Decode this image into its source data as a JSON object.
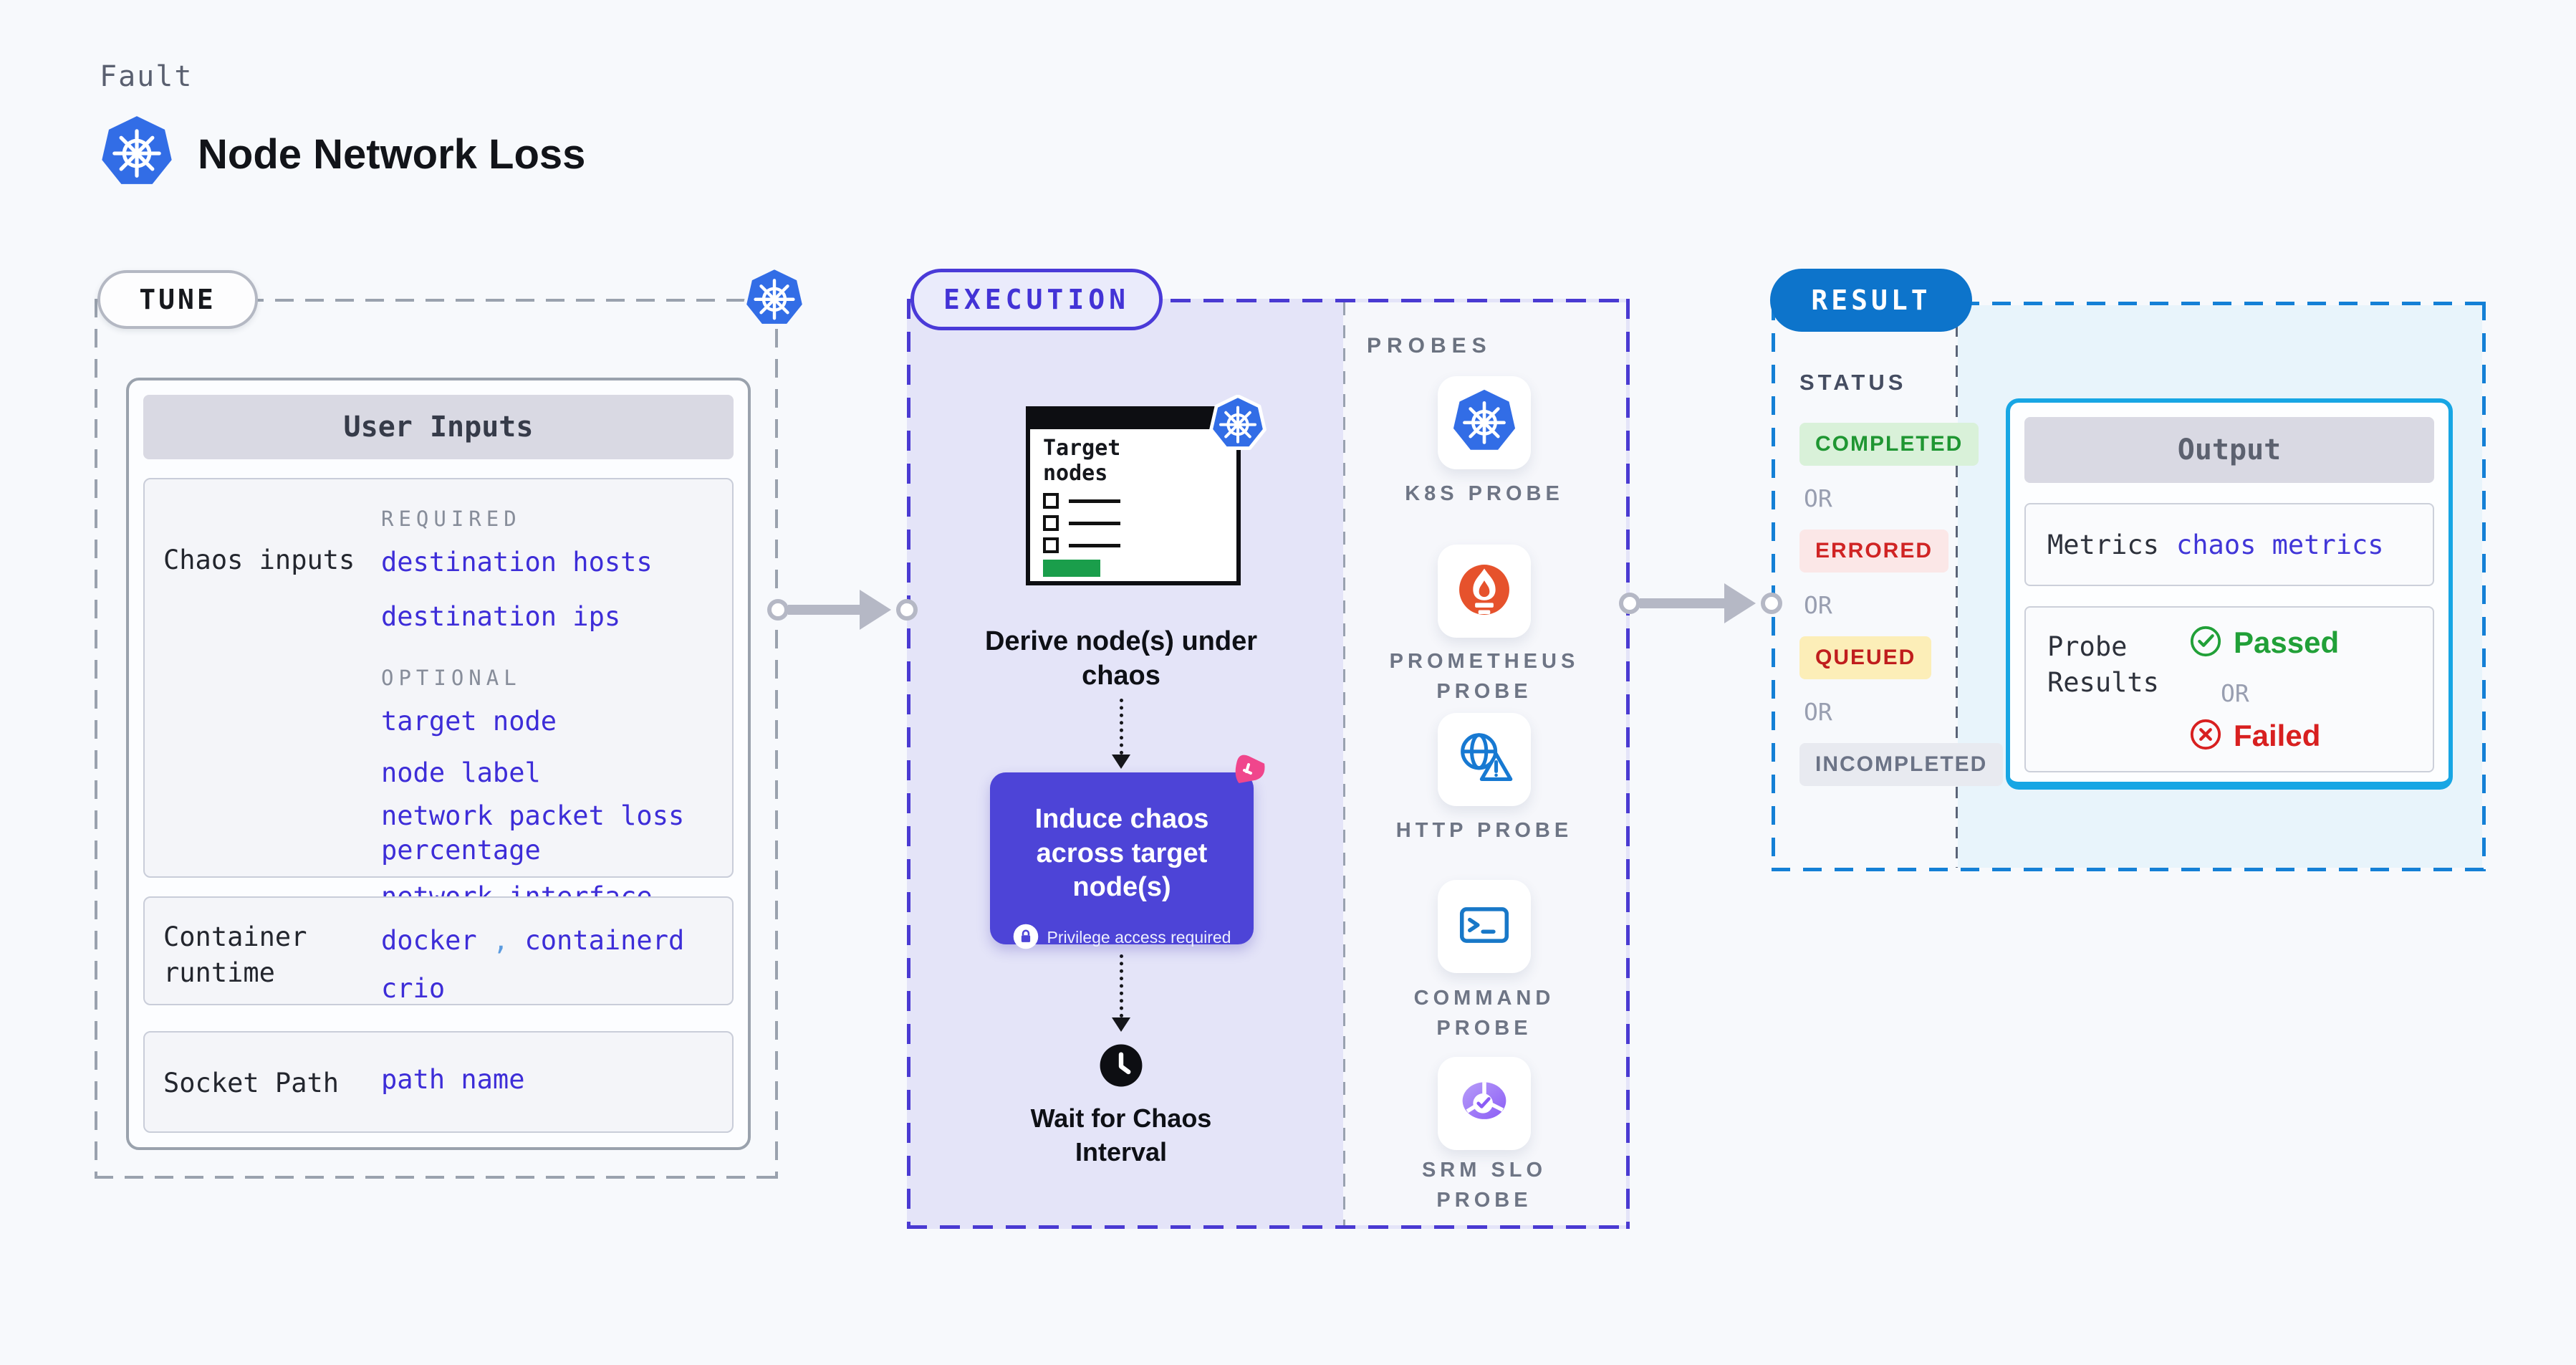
{
  "header": {
    "eyebrow": "Fault",
    "title": "Node Network Loss"
  },
  "tune": {
    "label": "TUNE",
    "user_inputs": {
      "title": "User Inputs",
      "chaos_row": {
        "label": "Chaos inputs",
        "required_label": "REQUIRED",
        "required_links": [
          "destination hosts",
          "destination ips"
        ],
        "optional_label": "OPTIONAL",
        "optional_links": [
          "target node",
          "node label",
          "network packet loss percentage",
          "network interface"
        ]
      },
      "runtime_row": {
        "label": "Container runtime",
        "value_1": "docker",
        "separator": ",",
        "value_2": "containerd",
        "value_3": "crio"
      },
      "socket_row": {
        "label": "Socket Path",
        "value": "path name"
      }
    }
  },
  "execution": {
    "label": "EXECUTION",
    "target_doc": {
      "title": "Target nodes"
    },
    "step_derive": "Derive node(s) under chaos",
    "induce": {
      "title": "Induce chaos across target node(s)",
      "note": "Privilege access required"
    },
    "step_wait": "Wait for Chaos Interval"
  },
  "probes": {
    "title": "PROBES",
    "items": [
      {
        "label": "K8S PROBE",
        "icon": "kubernetes-icon"
      },
      {
        "label": "PROMETHEUS PROBE",
        "icon": "prometheus-icon"
      },
      {
        "label": "HTTP PROBE",
        "icon": "http-globe-warning-icon"
      },
      {
        "label": "COMMAND PROBE",
        "icon": "terminal-icon"
      },
      {
        "label": "SRM SLO PROBE",
        "icon": "srm-slo-gauge-icon"
      }
    ]
  },
  "result": {
    "label": "RESULT",
    "status": {
      "title": "STATUS",
      "or_label": "OR",
      "badges": [
        {
          "text": "COMPLETED",
          "type": "completed"
        },
        {
          "text": "ERRORED",
          "type": "errored"
        },
        {
          "text": "QUEUED",
          "type": "queued"
        },
        {
          "text": "INCOMPLETED",
          "type": "incompleted"
        }
      ]
    },
    "output": {
      "title": "Output",
      "metrics_label": "Metrics",
      "metrics_value": "chaos metrics",
      "probe_results_label": "Probe Results",
      "passed_label": "Passed",
      "or_label": "OR",
      "failed_label": "Failed"
    }
  },
  "colors": {
    "page_bg": "#f7f9fc",
    "kubernetes_blue": "#326de6",
    "execution_indigo": "#4a3ad8",
    "execution_bg": "#e4e4f8",
    "induce_box": "#4d44d7",
    "link_indigo": "#3d2dd8",
    "result_blue": "#0d74cb",
    "result_panel_bg": "#e8f4fb",
    "output_border": "#17a6e4",
    "success_green": "#21a038",
    "error_red": "#d82020",
    "queued_bg": "#fceeb8",
    "prometheus_orange": "#e6522c",
    "srm_purple": "#8b5cf6",
    "litmus_pink": "#f0468c",
    "arrow_gray": "#b5b8c5"
  }
}
